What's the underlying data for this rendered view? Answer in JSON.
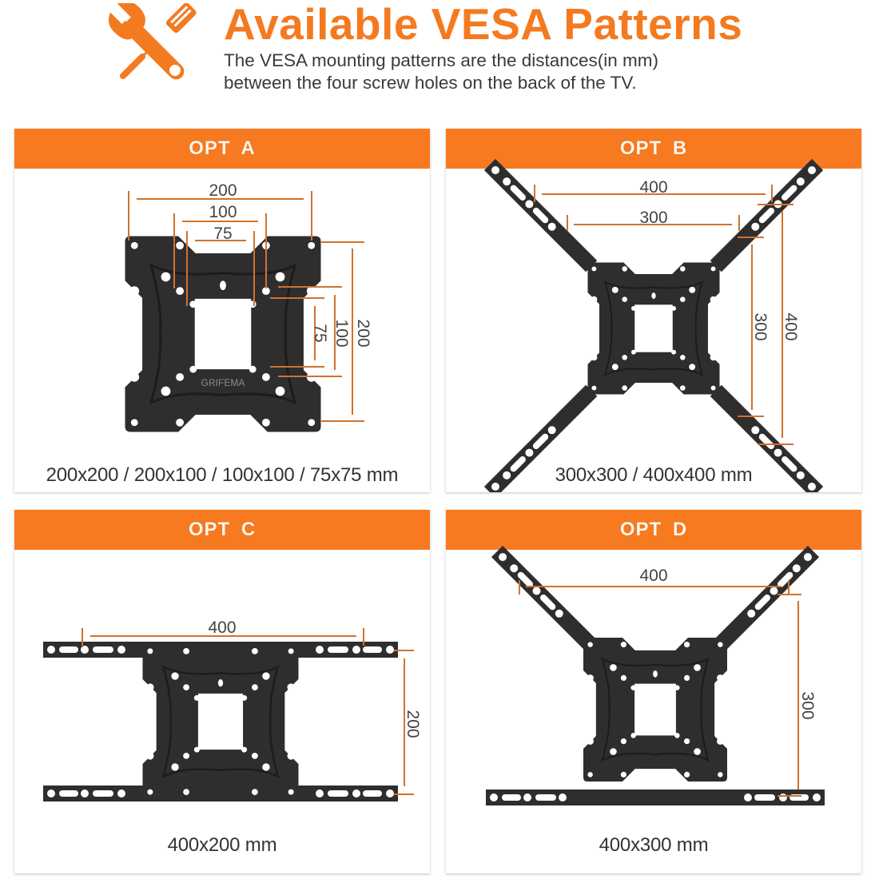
{
  "header": {
    "icon": "wrench-screwdriver-icon",
    "title": "Available VESA Patterns",
    "subtitle_line1": "The VESA mounting patterns are the distances(in mm)",
    "subtitle_line2": "between the four screw holes on the back of the TV."
  },
  "colors": {
    "accent": "#f77a21",
    "title": "#f47a20",
    "plate": "#2e2e2e",
    "dimension_line": "#d2722c",
    "text": "#333333"
  },
  "brand_on_plate": "GRIFEMA",
  "panels": [
    {
      "id": "A",
      "label": "OPT  A",
      "caption": "200x200 / 200x100 / 100x100 / 75x75 mm",
      "dimensions": {
        "horizontal": [
          "200",
          "100",
          "75"
        ],
        "vertical": [
          "75",
          "100",
          "200"
        ]
      }
    },
    {
      "id": "B",
      "label": "OPT  B",
      "caption": "300x300 / 400x400 mm",
      "dimensions": {
        "horizontal": [
          "400",
          "300"
        ],
        "vertical": [
          "300",
          "400"
        ]
      }
    },
    {
      "id": "C",
      "label": "OPT  C",
      "caption": "400x200 mm",
      "dimensions": {
        "horizontal": [
          "400"
        ],
        "vertical": [
          "200"
        ]
      }
    },
    {
      "id": "D",
      "label": "OPT  D",
      "caption": "400x300 mm",
      "dimensions": {
        "horizontal": [
          "400"
        ],
        "vertical": [
          "300"
        ]
      }
    }
  ]
}
